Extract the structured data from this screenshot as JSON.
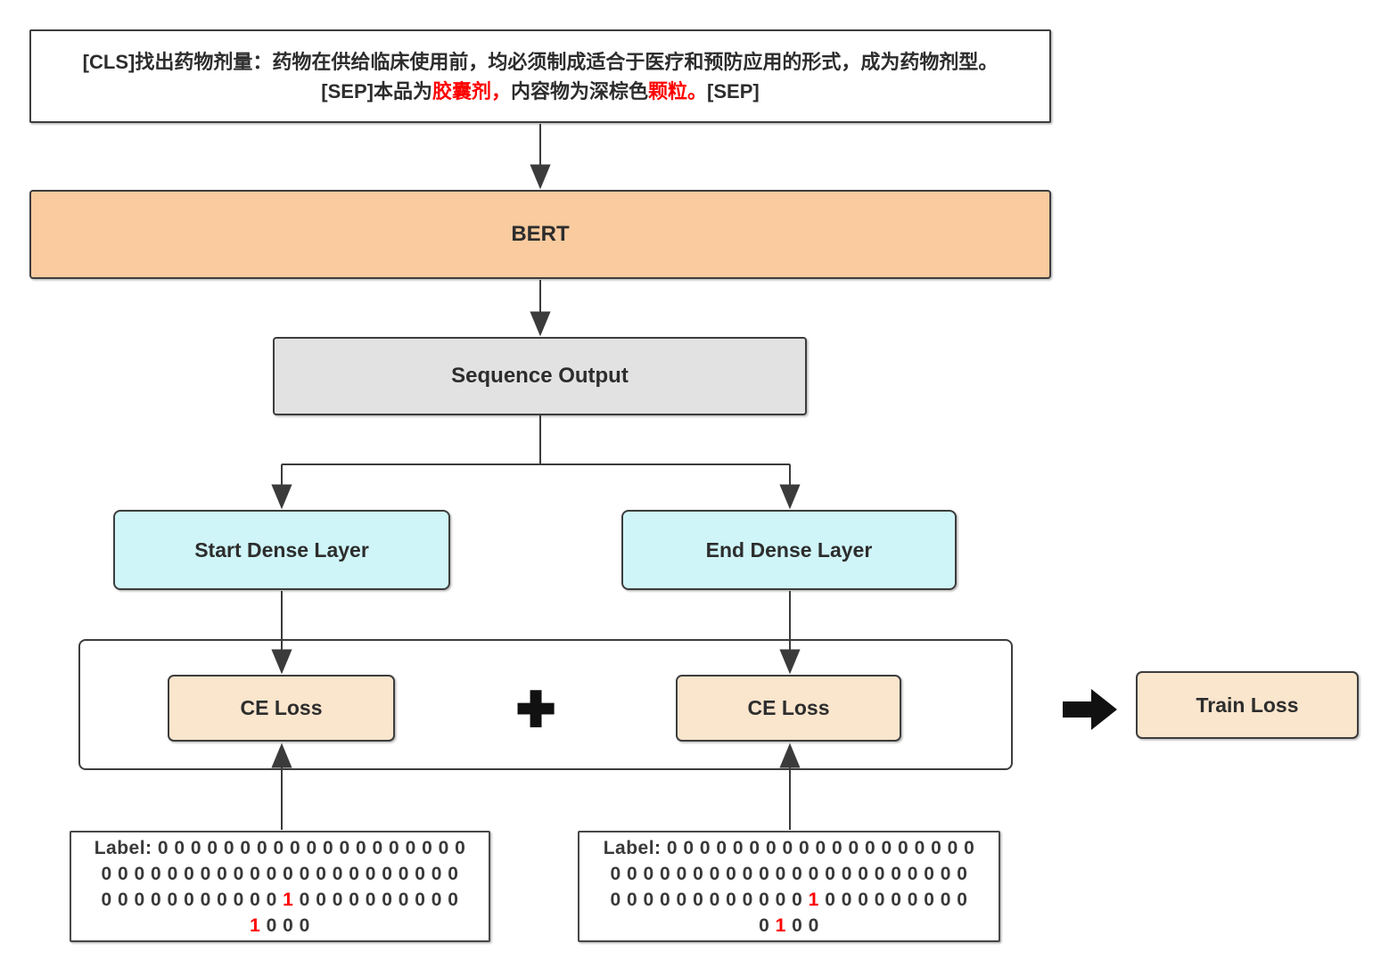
{
  "diagram_title": "BERT start-end span extraction training diagram",
  "colors": {
    "bert_fill": "#f9cb9e",
    "sequence_fill": "#e2e2e2",
    "dense_fill": "#cff5f8",
    "loss_fill": "#fae5cd",
    "box_border": "#3d3d3d",
    "connector": "#3b3b3b",
    "highlight_red": "#ff0000",
    "background": "#ffffff"
  },
  "input_box": {
    "line1": "[CLS]找出药物剂量：药物在供给临床使用前，均必须制成适合于医疗和预防应用的形式，成为药物剂型。",
    "line2": {
      "seg1": "[SEP]本品为",
      "seg2_red": "胶囊剂，",
      "seg3": "内容物为深棕色",
      "seg4_red": "颗粒。",
      "seg5": "[SEP]"
    }
  },
  "nodes": {
    "bert": "BERT",
    "sequence_output": "Sequence Output",
    "start_dense": "Start Dense Layer",
    "end_dense": "End Dense Layer",
    "ce_loss_left": "CE Loss",
    "ce_loss_right": "CE Loss",
    "train_loss": "Train Loss"
  },
  "operators": {
    "plus": "+"
  },
  "labels": {
    "left": {
      "line1": "Label: 0 0 0 0 0 0 0 0 0 0 0 0 0 0 0 0 0 0 0",
      "line2": "0 0 0 0 0 0 0 0 0 0 0 0 0 0 0 0 0 0 0 0 0 0",
      "line3_pre": "0 0 0 0 0 0 0 0 0 0 0 ",
      "line3_red": "1",
      "line3_post": " 0 0 0 0 0 0 0 0 0 0",
      "line4_red": "1",
      "line4_post": " 0 0 0"
    },
    "right": {
      "line1": "Label: 0 0 0 0 0 0 0 0 0 0 0 0 0 0 0 0 0 0 0",
      "line2": "0 0 0 0 0 0 0 0 0 0 0 0 0 0 0 0 0 0 0 0 0 0",
      "line3_pre": "0 0 0 0 0 0 0 0 0 0 0 0 ",
      "line3_red": "1",
      "line3_post": " 0 0 0 0 0 0 0 0 0",
      "line4_pre": "0 ",
      "line4_red": "1",
      "line4_post": " 0 0"
    }
  }
}
